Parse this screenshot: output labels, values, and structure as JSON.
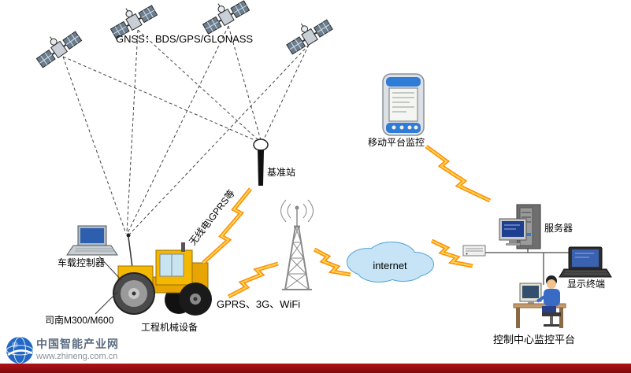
{
  "labels": {
    "gnss_title": "GNSS：BDS/GPS/GLONASS",
    "base_station": "基准站",
    "radio_link": "无线电\\GPRS等",
    "mobile_monitor": "移动平台监控",
    "vehicle_controller": "车载控制器",
    "device_model": "司南M300/M600",
    "machinery": "工程机械设备",
    "wireless": "GPRS、3G、WiFi",
    "internet": "internet",
    "server": "服务器",
    "display_terminal": "显示终端",
    "control_center": "控制中心监控平台"
  },
  "watermark": {
    "site_name": "中国智能产业网",
    "site_url": "www.zhineng.com.cn"
  },
  "icons": {
    "satellite_icon": "GNSS satellite with solar panels",
    "base_station_icon": "reference base station antenna",
    "pda_icon": "handheld mobile monitoring device",
    "vehicle_laptop_icon": "onboard controller laptop",
    "roller_machine_icon": "yellow road roller machine",
    "radio_tower_icon": "cellular lattice tower with radio waves",
    "internet_cloud_icon": "internet cloud",
    "server_icon": "server tower with monitor",
    "modem_icon": "small network modem",
    "display_laptop_icon": "display terminal laptop",
    "operator_at_desk_icon": "operator sitting at control desk",
    "lightning_bolt_icon": "orange lightning bolt wireless link",
    "globe_logo_icon": "blue globe site logo",
    "dashed_link_lines": "dashed satellite signal lines"
  },
  "colors": {
    "bolt_orange": "#FF8C00",
    "bolt_core": "#FFD659",
    "cloud_fill": "#C6E4F6",
    "cloud_stroke": "#56A5DA",
    "machine_yellow": "#F5B800",
    "pda_blue": "#2E7CD6",
    "footer_bar": "#9B0D12",
    "dashed_link": "#444444"
  }
}
